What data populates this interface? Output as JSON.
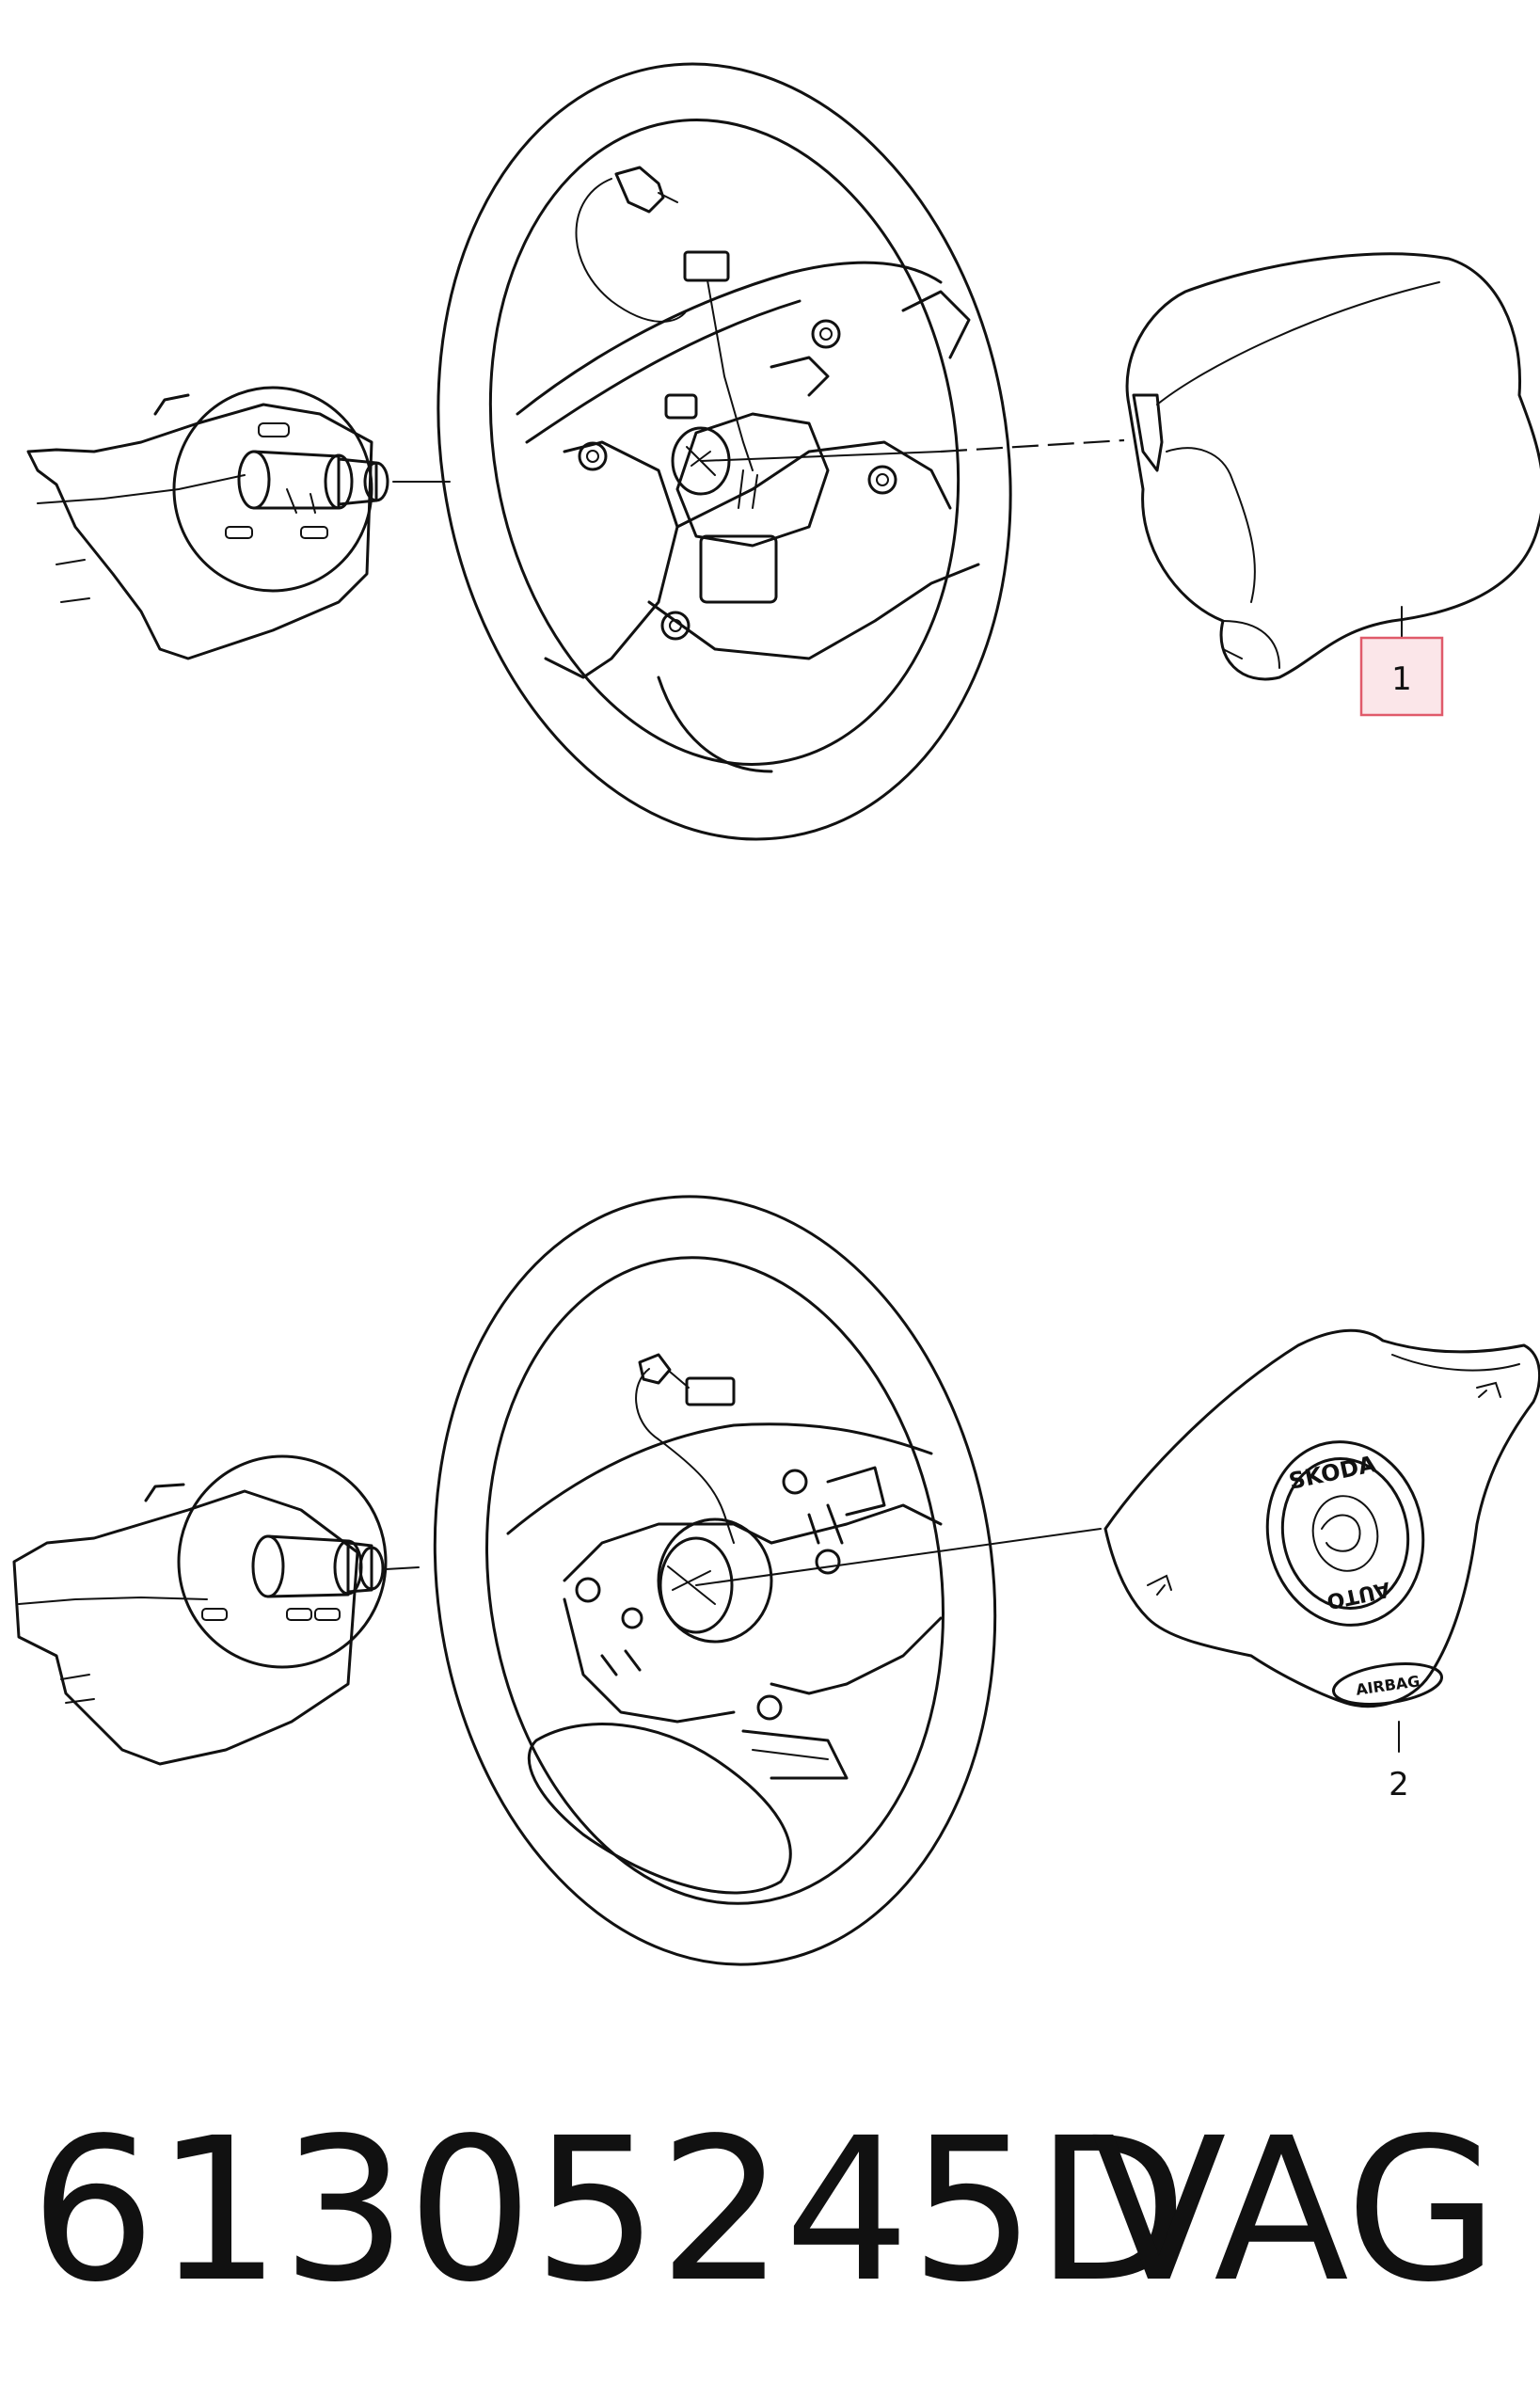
{
  "callouts": [
    {
      "id": "1",
      "label": "1",
      "highlighted": true,
      "highlight_color": "#e05a6a"
    },
    {
      "id": "2",
      "label": "2",
      "highlighted": false
    }
  ],
  "badges": {
    "logo_top": "SKODA",
    "logo_bottom": "AUTO",
    "airbag": "AIRBAG"
  },
  "caption": {
    "part_number": "61305245D",
    "brand": "VAG"
  }
}
